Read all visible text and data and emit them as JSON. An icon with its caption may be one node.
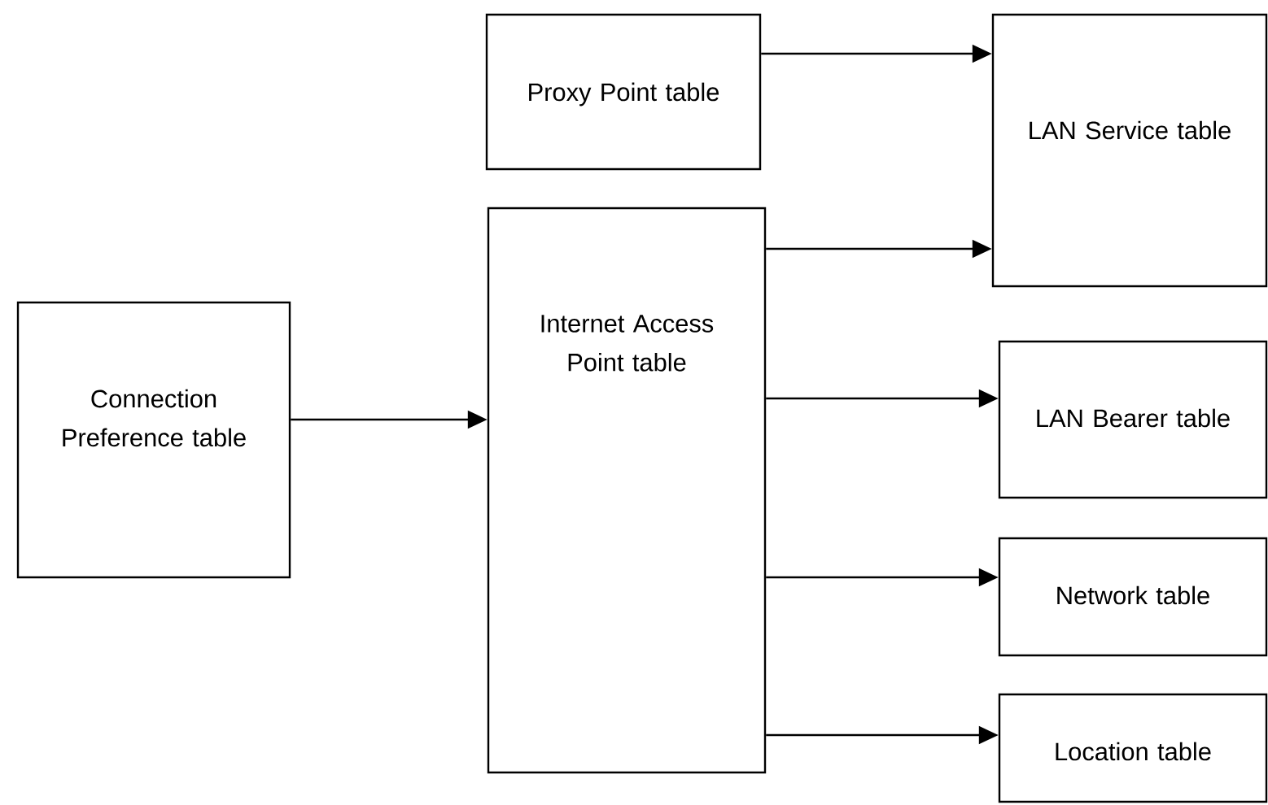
{
  "diagram": {
    "nodes": [
      {
        "text": [
          "Connection Preference table"
        ]
      },
      {
        "text": [
          "Proxy Point table"
        ]
      },
      {
        "text": [
          "Internet Access Point table"
        ]
      },
      {
        "text": [
          "LAN Service table"
        ]
      },
      {
        "text": [
          "LAN Bearer table"
        ]
      },
      {
        "text": [
          "Network table"
        ]
      },
      {
        "text": [
          "Location table"
        ]
      }
    ],
    "edges": [
      {
        "from": 0,
        "to": 2,
        "arrow": "to"
      },
      {
        "from": 1,
        "to": 3,
        "arrow": "to"
      },
      {
        "from": 2,
        "to": 3,
        "arrow": "to"
      },
      {
        "from": 2,
        "to": 4,
        "arrow": "to"
      },
      {
        "from": 2,
        "to": 5,
        "arrow": "to"
      },
      {
        "from": 2,
        "to": 6,
        "arrow": "to"
      }
    ]
  }
}
